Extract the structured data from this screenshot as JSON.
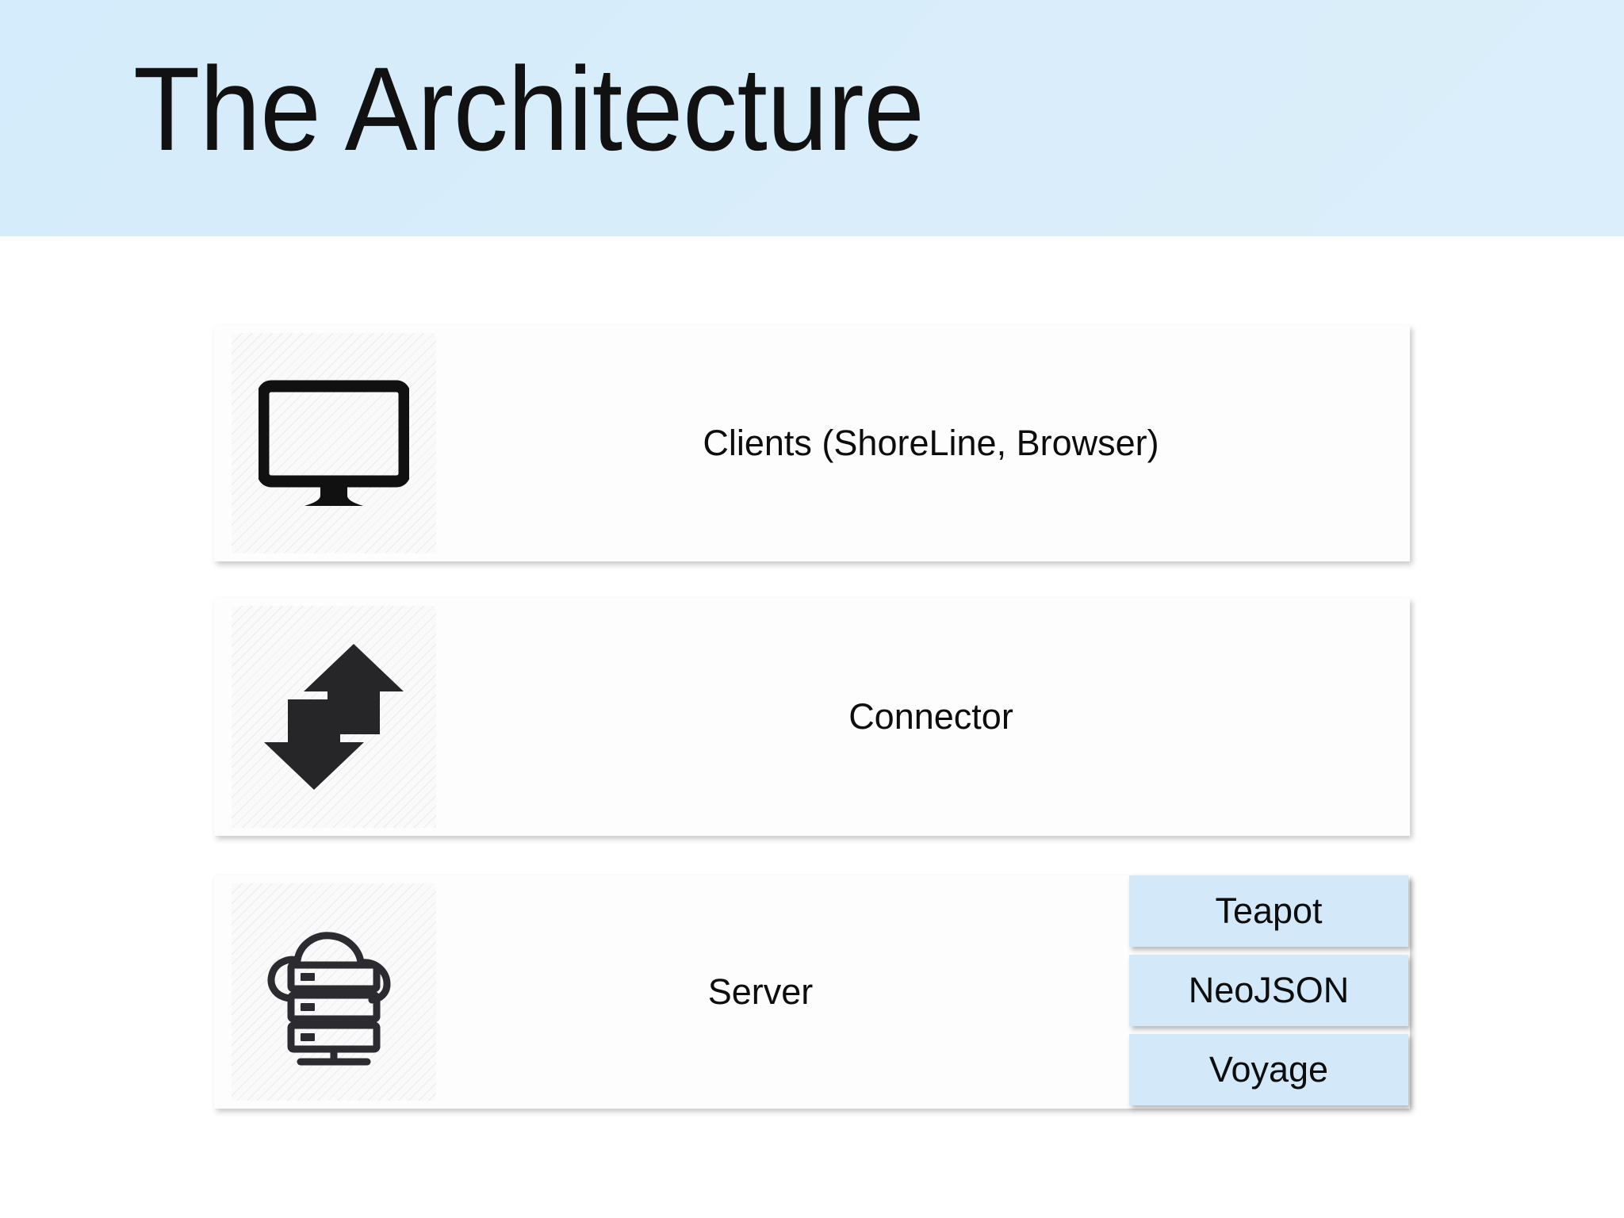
{
  "slide": {
    "title": "The Architecture",
    "header_color": "#d7edfb",
    "background_color": "#ffffff"
  },
  "architecture": {
    "rows": [
      {
        "label": "Clients (ShoreLine, Browser)",
        "icon": "desktop-monitor-icon"
      },
      {
        "label": "Connector",
        "icon": "bidirectional-arrows-icon"
      },
      {
        "label": "Server",
        "icon": "cloud-server-icon"
      }
    ]
  },
  "tech_badges": {
    "accent_color": "#d3e9fa",
    "items": [
      {
        "label": "Teapot"
      },
      {
        "label": "NeoJSON"
      },
      {
        "label": "Voyage"
      }
    ]
  }
}
